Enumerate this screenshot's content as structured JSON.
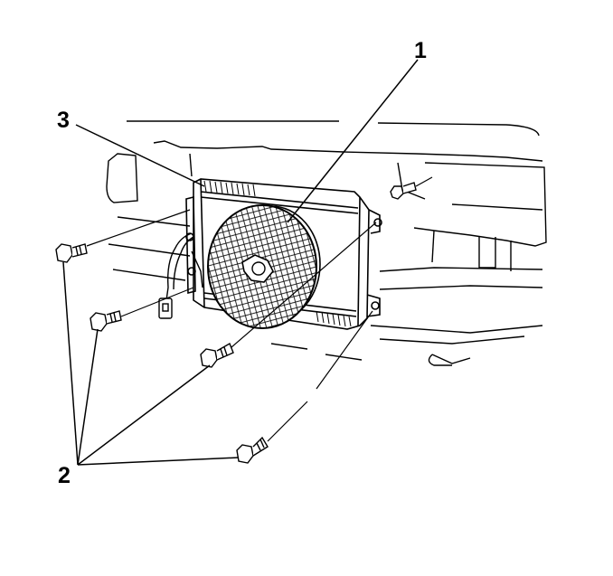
{
  "callouts": {
    "part_1": "1",
    "part_2": "2",
    "part_3": "3"
  },
  "colors": {
    "line": "#000000",
    "background": "#ffffff"
  }
}
